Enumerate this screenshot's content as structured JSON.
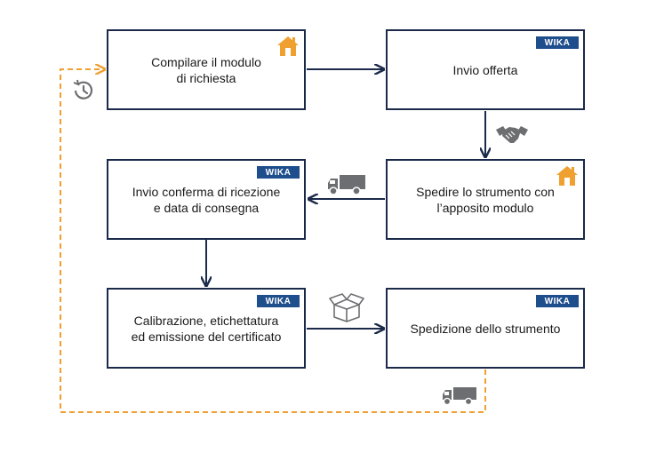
{
  "boxes": {
    "compile_form": {
      "text": "Compilare il modulo\ndi richiesta",
      "badge": "house-icon"
    },
    "send_offer": {
      "text": "Invio offerta",
      "badge": "WIKA"
    },
    "ship_instrument": {
      "text": "Spedire lo strumento con\nl’apposito modulo",
      "badge": "house-icon"
    },
    "confirm_receipt": {
      "text": "Invio conferma di ricezione\ne data di consegna",
      "badge": "WIKA"
    },
    "calibration": {
      "text": "Calibrazione, etichettatura\ned emissione del certificato",
      "badge": "WIKA"
    },
    "return_shipping": {
      "text": "Spedizione dello strumento",
      "badge": "WIKA"
    }
  },
  "icons": [
    "clock-icon",
    "handshake-icon",
    "truck-icon",
    "box-icon"
  ],
  "colors": {
    "box_border": "#1b2a4a",
    "arrow": "#1b2a4a",
    "loop": "#f0a030",
    "wika": "#1f4e8c",
    "house": "#f0a030",
    "icon_gray": "#6d6e71"
  }
}
